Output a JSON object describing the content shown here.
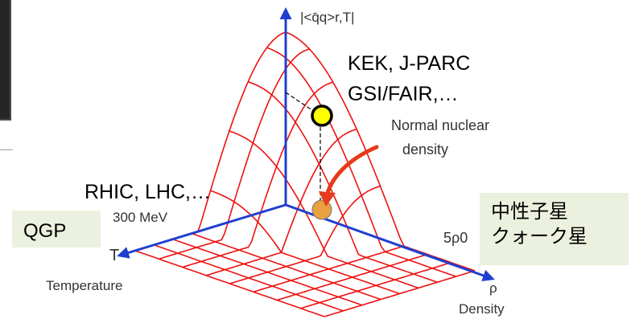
{
  "axes": {
    "vertical_label": "|<q̄q>r,T|",
    "temperature_tick": "300 MeV",
    "temperature_label": "Temperature",
    "temperature_symbol": "T",
    "density_tick": "5ρ0",
    "density_symbol": "ρ",
    "density_label": "Density"
  },
  "annotations": {
    "kek_line1": "KEK, J-PARC",
    "kek_line2": "GSI/FAIR,…",
    "normal_line1": "Normal nuclear",
    "normal_line2": "density",
    "rhic": "RHIC, LHC,…"
  },
  "boxes": {
    "qgp": "QGP",
    "neutron_star_line1": "中性子星",
    "neutron_star_line2": "クォーク星"
  },
  "colors": {
    "axis": "#1f3fd0",
    "surface": "#ee1111",
    "marker": "#ffff00",
    "box_bg": "#ebf1de",
    "arrow": "#e63a1c",
    "nuclear_dot": "#e8a040"
  }
}
